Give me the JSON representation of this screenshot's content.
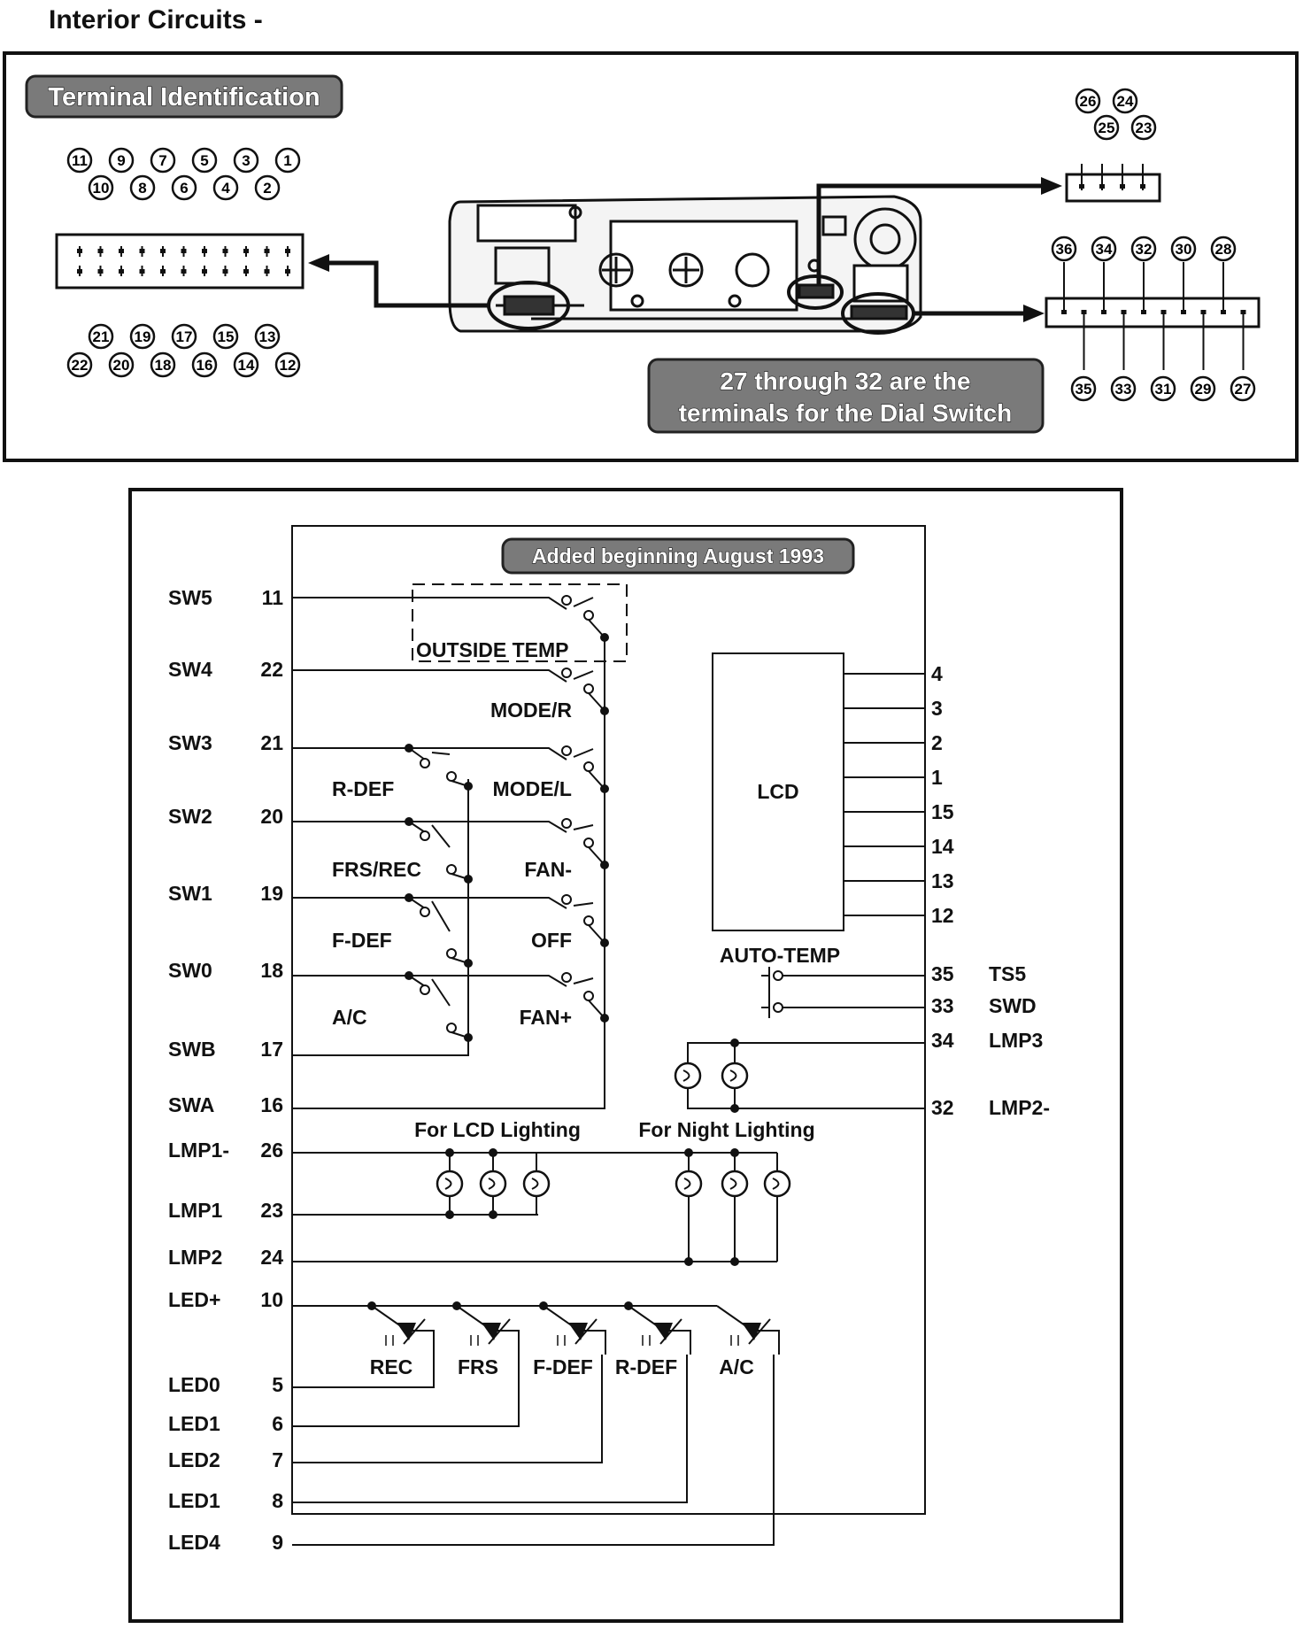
{
  "page_title": "Interior Circuits -",
  "terminal_panel": {
    "banner": "Terminal Identification",
    "connector_a_top_row": [
      "11",
      "9",
      "7",
      "5",
      "3",
      "1"
    ],
    "connector_a_top_row2": [
      "10",
      "8",
      "6",
      "4",
      "2"
    ],
    "connector_a_bottom_row2": [
      "21",
      "19",
      "17",
      "15",
      "13"
    ],
    "connector_a_bottom_row": [
      "22",
      "20",
      "18",
      "16",
      "14",
      "12"
    ],
    "connector_b_top": [
      "26",
      "24"
    ],
    "connector_b_top2": [
      "25",
      "23"
    ],
    "connector_c_top": [
      "36",
      "34",
      "32",
      "30",
      "28"
    ],
    "connector_c_bottom": [
      "35",
      "33",
      "31",
      "29",
      "27"
    ],
    "dial_note_line1": "27 through 32 are the",
    "dial_note_line2": "terminals for the Dial Switch"
  },
  "schematic": {
    "banner": "Added beginning August 1993",
    "left_signals": [
      {
        "name": "SW5",
        "pin": "11"
      },
      {
        "name": "SW4",
        "pin": "22"
      },
      {
        "name": "SW3",
        "pin": "21"
      },
      {
        "name": "SW2",
        "pin": "20"
      },
      {
        "name": "SW1",
        "pin": "19"
      },
      {
        "name": "SW0",
        "pin": "18"
      },
      {
        "name": "SWB",
        "pin": "17"
      },
      {
        "name": "SWA",
        "pin": "16"
      },
      {
        "name": "LMP1-",
        "pin": "26"
      },
      {
        "name": "LMP1",
        "pin": "23"
      },
      {
        "name": "LMP2",
        "pin": "24"
      },
      {
        "name": "LED+",
        "pin": "10"
      },
      {
        "name": "LED0",
        "pin": "5"
      },
      {
        "name": "LED1",
        "pin": "6"
      },
      {
        "name": "LED2",
        "pin": "7"
      },
      {
        "name": "LED1",
        "pin": "8"
      },
      {
        "name": "LED4",
        "pin": "9"
      }
    ],
    "switches": {
      "outside_temp": "OUTSIDE TEMP",
      "mode_r": "MODE/R",
      "mode_l": "MODE/L",
      "fan_minus": "FAN-",
      "off": "OFF",
      "fan_plus": "FAN+",
      "r_def": "R-DEF",
      "frs_rec": "FRS/REC",
      "f_def": "F-DEF",
      "ac": "A/C"
    },
    "lcd_label": "LCD",
    "lcd_pins": [
      "4",
      "3",
      "2",
      "1",
      "15",
      "14",
      "13",
      "12"
    ],
    "auto_temp_label": "AUTO-TEMP",
    "right_signals": [
      {
        "pin": "35",
        "name": "TS5"
      },
      {
        "pin": "33",
        "name": "SWD"
      },
      {
        "pin": "34",
        "name": "LMP3"
      },
      {
        "pin": "32",
        "name": "LMP2-"
      }
    ],
    "lcd_lighting_label": "For LCD Lighting",
    "night_lighting_label": "For Night Lighting",
    "leds": [
      "REC",
      "FRS",
      "F-DEF",
      "R-DEF",
      "A/C"
    ]
  }
}
